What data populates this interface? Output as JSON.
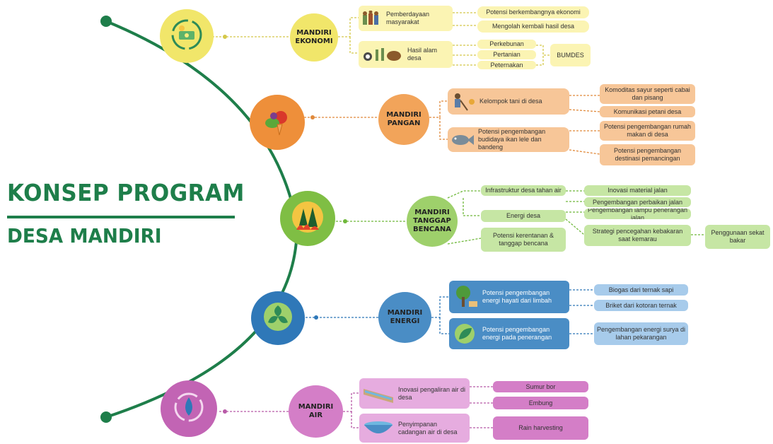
{
  "title": {
    "main": "KONSEP PROGRAM",
    "sub": "DESA MANDIRI"
  },
  "colors": {
    "accent": "#1e7e4a",
    "ekonomi": "#f7ec7d",
    "pangan": "#f2a45a",
    "bencana": "#9ed06b",
    "energi": "#4a8dc5",
    "air": "#d47ec7"
  },
  "categories": {
    "ekonomi": {
      "label": "MANDIRI\nEKONOMI",
      "icon": "money-cycle-icon"
    },
    "pangan": {
      "label": "MANDIRI\nPANGAN",
      "icon": "vegetables-icon"
    },
    "bencana": {
      "label": "MANDIRI\nTANGGAP\nBENCANA",
      "icon": "forest-fire-icon"
    },
    "energi": {
      "label": "MANDIRI\nENERGI",
      "icon": "leaves-recycle-icon"
    },
    "air": {
      "label": "MANDIRI\nAIR",
      "icon": "water-drop-icon"
    }
  },
  "ekonomi": {
    "box1": "Pemberdayaan masyarakat",
    "box1_items": [
      "Potensi berkembangnya ekonomi",
      "Mengolah kembali hasil desa"
    ],
    "box2": "Hasil alam desa",
    "box2_items": [
      "Perkebunan",
      "Pertanian",
      "Peternakan"
    ],
    "bumdes": "BUMDES"
  },
  "pangan": {
    "box1": "Kelompok tani di desa",
    "box1_items": [
      "Komoditas sayur seperti cabai dan pisang",
      "Komunikasi petani desa"
    ],
    "box2": "Potensi pengembangan budidaya ikan lele dan bandeng",
    "box2_items": [
      "Potensi pengembangan rumah makan di desa",
      "Potensi pengembangan destinasi pemancingan"
    ]
  },
  "bencana": {
    "box1": "Infrastruktur desa tahan air",
    "box1_items": [
      "Inovasi material jalan",
      "Pengembangan perbaikan jalan"
    ],
    "box2": "Energi desa",
    "box2_items": [
      "Pengembangan lampu penerangan jalan",
      "Strategi pencegahan kebakaran saat kemarau"
    ],
    "box2_sub": "Penggunaan sekat bakar",
    "box3": "Potensi kerentanan & tanggap bencana"
  },
  "energi": {
    "box1": "Potensi pengembangan energi hayati dari limbah",
    "box1_items": [
      "Biogas dari ternak sapi",
      "Briket dari kotoran ternak"
    ],
    "box2": "Potensi pengembangan energi pada penerangan",
    "box2_items": [
      "Pengembangan energi surya di lahan pekarangan"
    ]
  },
  "air": {
    "box1": "Inovasi pengaliran air di desa",
    "box1_items": [
      "Sumur bor",
      "Embung"
    ],
    "box2": "Penyimpanan cadangan air di desa",
    "box2_items": [
      "Rain harvesting"
    ]
  }
}
